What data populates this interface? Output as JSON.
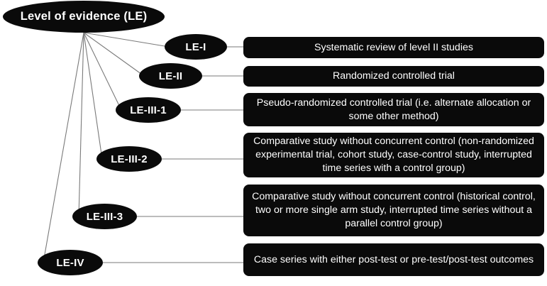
{
  "diagram": {
    "title": "Level of evidence (LE)",
    "root": {
      "label": "Level of evidence (LE)"
    },
    "colors": {
      "node_fill": "#0a0a0a",
      "node_text": "#ffffff",
      "background": "#ffffff",
      "connector": "#7a7a7a"
    },
    "levels": [
      {
        "code": "LE-I",
        "description": "Systematic review of level II studies"
      },
      {
        "code": "LE-II",
        "description": "Randomized controlled trial"
      },
      {
        "code": "LE-III-1",
        "description": "Pseudo-randomized controlled trial (i.e. alternate allocation or some other method)"
      },
      {
        "code": "LE-III-2",
        "description": "Comparative study without concurrent control (non-randomized experimental trial, cohort study, case-control study, interrupted time series with a control group)"
      },
      {
        "code": "LE-III-3",
        "description": "Comparative study without concurrent control (historical control, two or more single arm study, interrupted time series without a parallel control group)"
      },
      {
        "code": "LE-IV",
        "description": "Case series with either post-test or pre-test/post-test outcomes"
      }
    ]
  }
}
